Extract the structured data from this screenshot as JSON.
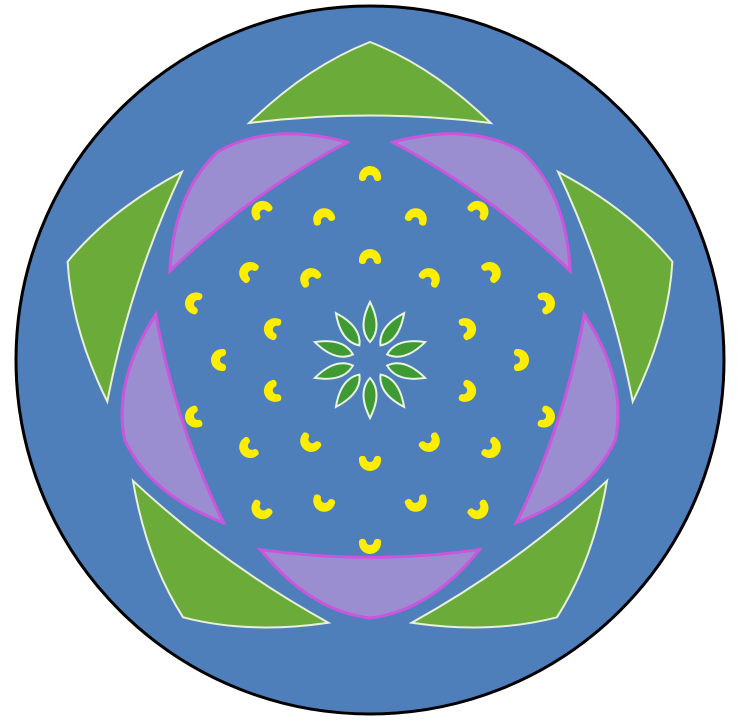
{
  "diagram": {
    "kind": "floral-diagram",
    "colors": {
      "background": "#4f7fba",
      "outline": "#000000",
      "sepal": "#6aab3a",
      "sepal_edge": "#e8f0d8",
      "petal": "#9b8ed0",
      "petal_edge": "#cc55dd",
      "stamen": "#ffee00",
      "carpel": "#3f9a34",
      "carpel_edge": "#e8f5e0"
    },
    "whorls": [
      {
        "name": "calyx",
        "organ": "sepal",
        "count": 5
      },
      {
        "name": "corolla",
        "organ": "petal",
        "count": 5
      },
      {
        "name": "androecium",
        "organ": "stamen",
        "count": 30,
        "rings": 3,
        "per_ring": 10
      },
      {
        "name": "gynoecium",
        "organ": "carpel",
        "count": 10
      }
    ]
  }
}
